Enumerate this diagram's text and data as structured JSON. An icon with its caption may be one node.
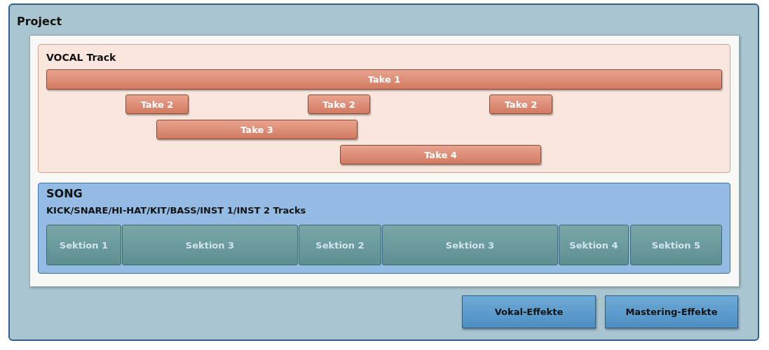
{
  "diagram": {
    "nodes": [
      {
        "text": [
          "Project"
        ]
      },
      {
        "text": [],
        "shape": "box",
        "in": 0
      },
      {
        "text": [
          "VOCAL Track"
        ],
        "in": 1
      },
      {
        "text": [
          "Take 1"
        ],
        "in": 2
      },
      {
        "text": [
          "Take 2"
        ],
        "in": 2
      },
      {
        "text": [
          "Take 2"
        ],
        "in": 2
      },
      {
        "text": [
          "Take 2"
        ],
        "in": 2
      },
      {
        "text": [
          "Take 3"
        ],
        "in": 2
      },
      {
        "text": [
          "Take 4"
        ],
        "in": 2
      },
      {
        "text": [
          "SONG",
          "KICK/SNARE/HI-HAT/KIT/BASS/INST 1/INST 2 Tracks"
        ],
        "in": 1
      },
      {
        "text": [
          "Sektion 1"
        ],
        "in": 9
      },
      {
        "text": [
          "Sektion 3"
        ],
        "in": 9
      },
      {
        "text": [
          "Sektion 2"
        ],
        "in": 9
      },
      {
        "text": [
          "Sektion 3"
        ],
        "in": 9
      },
      {
        "text": [
          "Sektion 4"
        ],
        "in": 9
      },
      {
        "text": [
          "Sektion 5"
        ],
        "in": 9
      },
      {
        "text": [
          "Vokal-Effekte"
        ],
        "in": 0
      },
      {
        "text": [
          "Mastering-Effekte"
        ],
        "in": 0
      }
    ]
  }
}
